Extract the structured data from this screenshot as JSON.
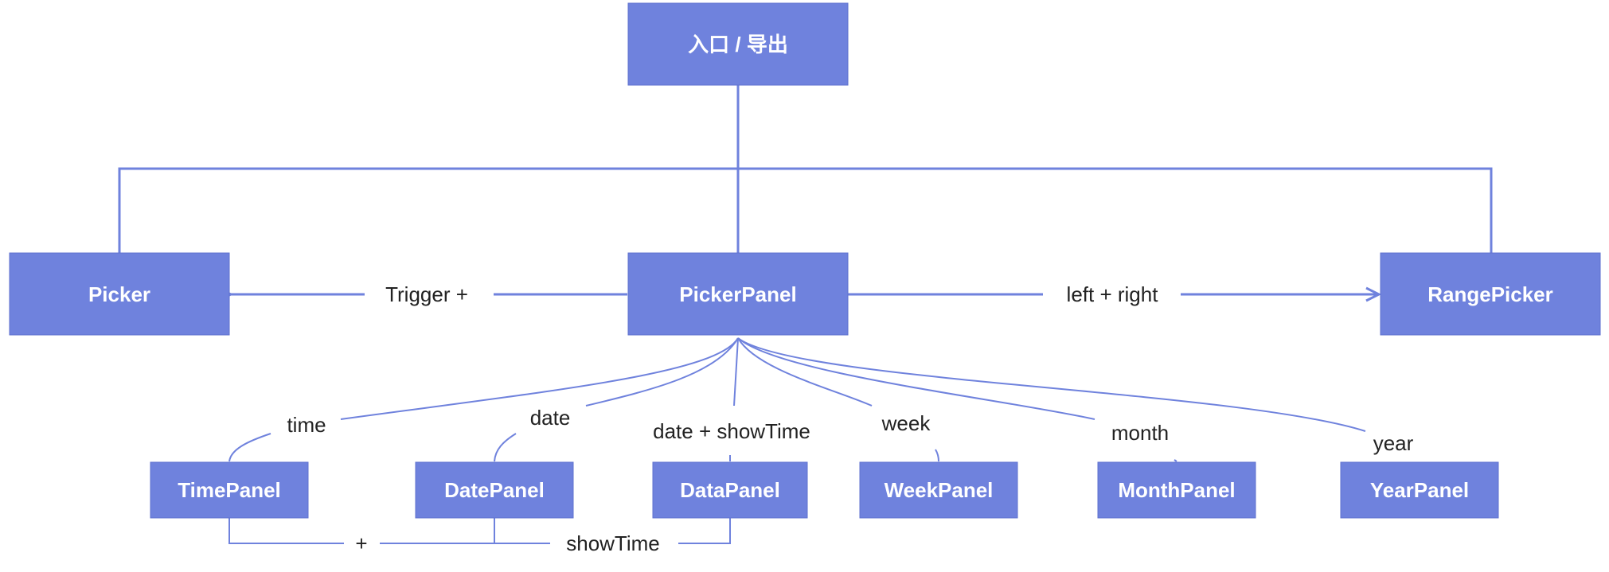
{
  "colors": {
    "box": "#6f82dd",
    "line": "#6f82dd",
    "text": "#222222",
    "box_text": "#ffffff"
  },
  "nodes": {
    "entry": "入口 / 导出",
    "picker": "Picker",
    "picker_panel": "PickerPanel",
    "range_picker": "RangePicker",
    "time_panel": "TimePanel",
    "date_panel": "DatePanel",
    "data_panel": "DataPanel",
    "week_panel": "WeekPanel",
    "month_panel": "MonthPanel",
    "year_panel": "YearPanel"
  },
  "edges": {
    "trigger": "Trigger +",
    "left_right": "left + right",
    "time": "time",
    "date": "date",
    "date_showtime": "date + showTime",
    "week": "week",
    "month": "month",
    "year": "year",
    "plus": "+",
    "showtime": "showTime"
  }
}
